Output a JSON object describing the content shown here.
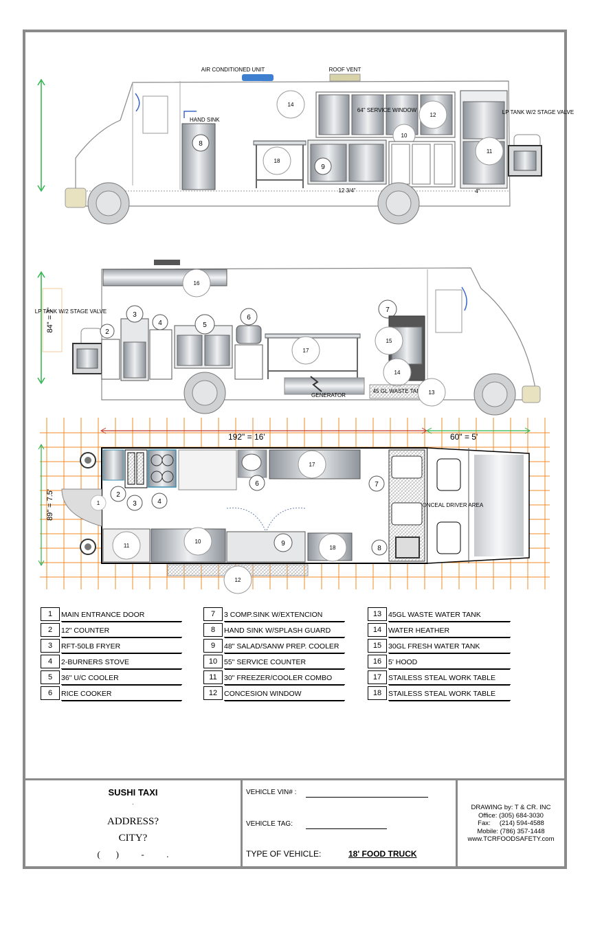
{
  "top_view": {
    "labels": {
      "ac_unit": "AIR CONDITIONED UNIT",
      "roof_vent": "ROOF VENT",
      "hand_sink": "HAND SINK",
      "service_window": "64\" SERVICE WINDOW",
      "lp_tank": "LP TANK W/2 STAGE VALVE",
      "dim_bottom_a": "12 3/4\"",
      "dim_bottom_b": "4\""
    }
  },
  "side_view": {
    "labels": {
      "lp_tank": "LP TANK W/2 STAGE VALVE",
      "height_dim": "84\" = 7'",
      "generator": "GENERATOR",
      "waste_tank": "45 GL WASTE TANK"
    }
  },
  "floor_plan": {
    "labels": {
      "length_dim": "192\" = 16'",
      "cab_dim": "60\" = 5'",
      "width_dim": "89\" = 7.5'",
      "driver_area": "CONCEAL DRIVER AREA"
    }
  },
  "legend": {
    "col1": [
      {
        "n": "1",
        "text": "MAIN ENTRANCE DOOR"
      },
      {
        "n": "2",
        "text": "12\" COUNTER"
      },
      {
        "n": "3",
        "text": "RFT-50LB FRYER"
      },
      {
        "n": "4",
        "text": "2-BURNERS STOVE"
      },
      {
        "n": "5",
        "text": "36\" U/C COOLER"
      },
      {
        "n": "6",
        "text": "RICE COOKER"
      }
    ],
    "col2": [
      {
        "n": "7",
        "text": "3 COMP.SINK W/EXTENCION"
      },
      {
        "n": "8",
        "text": "HAND SINK W/SPLASH GUARD"
      },
      {
        "n": "9",
        "text": "48\" SALAD/SANW PREP. COOLER"
      },
      {
        "n": "10",
        "text": "55\" SERVICE COUNTER"
      },
      {
        "n": "11",
        "text": "30\" FREEZER/COOLER COMBO"
      },
      {
        "n": "12",
        "text": "CONCESION WINDOW"
      }
    ],
    "col3": [
      {
        "n": "13",
        "text": "45GL WASTE WATER TANK"
      },
      {
        "n": "14",
        "text": "WATER HEATHER"
      },
      {
        "n": "15",
        "text": "30GL FRESH WATER TANK"
      },
      {
        "n": "16",
        "text": "5' HOOD"
      },
      {
        "n": "17",
        "text": "STAILESS STEAL WORK TABLE"
      },
      {
        "n": "18",
        "text": "STAILESS STEAL WORK TABLE"
      }
    ]
  },
  "title_block": {
    "project": "SUSHI TAXI",
    "dot": ".",
    "address": "ADDRESS?",
    "city": "CITY?",
    "phone": "(       )          -          .",
    "vin_label": "VEHICLE VIN# :",
    "tag_label": "VEHICLE TAG:",
    "type_label": "TYPE OF VEHICLE:",
    "type_value": "18' FOOD TRUCK",
    "drawing_by": "DRAWING by:  T & CR. INC",
    "office": "Office: (305) 684-3030",
    "fax": "Fax:     (214) 594-4588",
    "mobile": "Mobile: (786) 357-1448",
    "web": "www.TCRFOODSAFETY.com"
  },
  "colors": {
    "border": "#8a8a8a",
    "grid": "#f08a24",
    "dim_green": "#2db34a",
    "ac_blue": "#3f7fd0",
    "roof_vent": "#d8d2a8",
    "steel": "#b9bec4",
    "window_blue": "#3a66c8"
  }
}
